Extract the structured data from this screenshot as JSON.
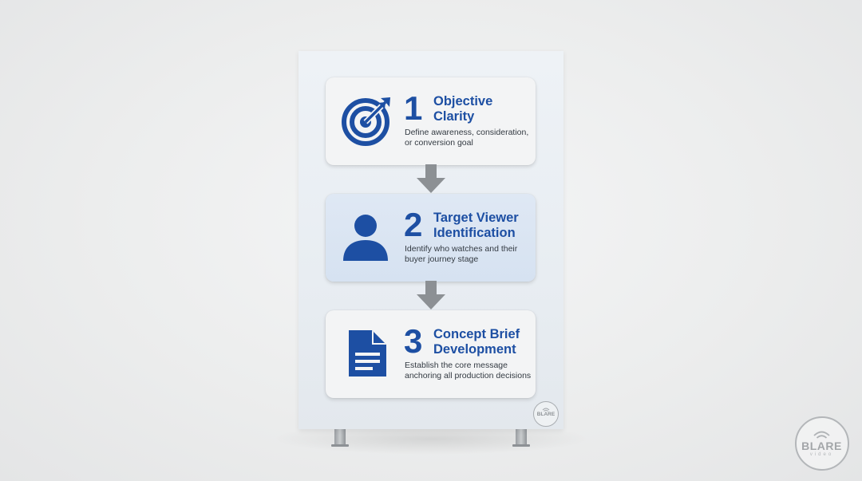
{
  "steps": [
    {
      "number": "1",
      "title": "Objective\nClarity",
      "description": "Define awareness, consideration,\nor conversion goal",
      "icon": "target-icon"
    },
    {
      "number": "2",
      "title": "Target Viewer\nIdentification",
      "description": "Identify who watches and their\nbuyer journey stage",
      "icon": "person-icon"
    },
    {
      "number": "3",
      "title": "Concept Brief\nDevelopment",
      "description": "Establish the core message\nanchoring all production decisions",
      "icon": "document-icon"
    }
  ],
  "colors": {
    "accent": "#1d4fa3",
    "arrow": "#8c9094",
    "highlight_card": "#d9e4f2"
  },
  "logo": {
    "text": "BLARE",
    "subtext": "video"
  }
}
